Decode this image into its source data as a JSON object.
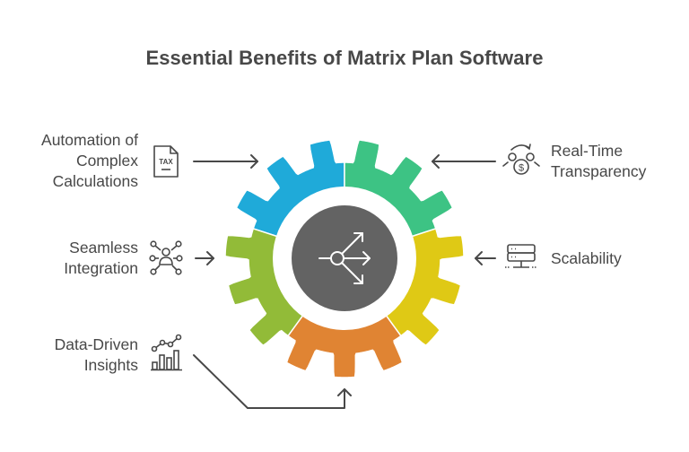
{
  "title": "Essential Benefits of Matrix Plan Software",
  "center": {
    "icon": "distribute-arrows-icon",
    "color": "#636363"
  },
  "segments": [
    {
      "name": "Automation of Complex Calculations",
      "lines": [
        "Automation of",
        "Complex",
        "Calculations"
      ],
      "icon": "tax-document-icon",
      "color": "#1FAAD9",
      "side": "left"
    },
    {
      "name": "Real-Time Transparency",
      "lines": [
        "Real-Time",
        "Transparency"
      ],
      "icon": "money-exchange-icon",
      "color": "#3DC384",
      "side": "right"
    },
    {
      "name": "Seamless Integration",
      "lines": [
        "Seamless",
        "Integration"
      ],
      "icon": "network-user-icon",
      "color": "#92BB38",
      "side": "left"
    },
    {
      "name": "Scalability",
      "lines": [
        "Scalability"
      ],
      "icon": "server-icon",
      "color": "#DFC915",
      "side": "right"
    },
    {
      "name": "Data-Driven Insights",
      "lines": [
        "Data-Driven",
        "Insights"
      ],
      "icon": "bar-chart-trend-icon",
      "color": "#E08433",
      "side": "left"
    }
  ],
  "colors": {
    "text": "#484848",
    "line": "#484848",
    "ring": "#ffffff"
  }
}
